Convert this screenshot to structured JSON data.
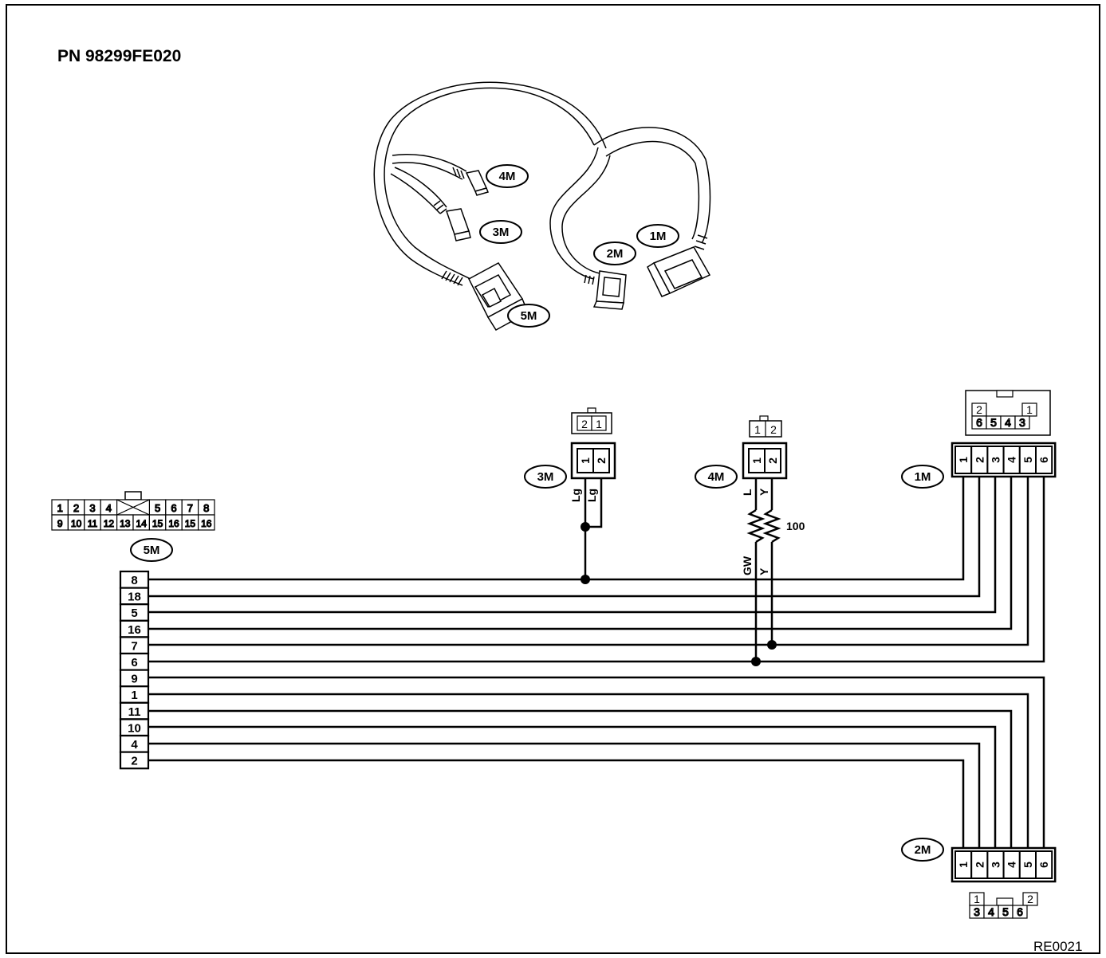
{
  "title": "PN 98299FE020",
  "figure_code": "RE0021",
  "labels": {
    "c1m": "1M",
    "c2m": "2M",
    "c3m": "3M",
    "c4m": "4M",
    "c5m": "5M",
    "resistor": "100"
  },
  "wire_colors": {
    "lg_a": "Lg",
    "lg_b": "Lg",
    "l": "L",
    "y_top": "Y",
    "gw": "GW",
    "y_bottom": "Y"
  },
  "connector_5m": {
    "face_row1": [
      "1",
      "2",
      "3",
      "4",
      "5",
      "6",
      "7",
      "8"
    ],
    "face_row2": [
      "9",
      "10",
      "11",
      "12",
      "13",
      "14",
      "15",
      "16",
      "15",
      "16"
    ],
    "pins": [
      "8",
      "18",
      "5",
      "16",
      "7",
      "6",
      "9",
      "1",
      "11",
      "10",
      "4",
      "2"
    ]
  },
  "connector_1m": {
    "face_row1": [
      "2",
      "1"
    ],
    "face_row2": [
      "6",
      "5",
      "4",
      "3"
    ],
    "pins": [
      "1",
      "2",
      "3",
      "4",
      "5",
      "6"
    ]
  },
  "connector_2m": {
    "face_row1": [
      "1",
      "2"
    ],
    "face_row2": [
      "3",
      "4",
      "5",
      "6"
    ],
    "pins": [
      "1",
      "2",
      "3",
      "4",
      "5",
      "6"
    ]
  },
  "connector_3m": {
    "face": [
      "2",
      "1"
    ],
    "pins": [
      "1",
      "2"
    ]
  },
  "connector_4m": {
    "face": [
      "1",
      "2"
    ],
    "pins": [
      "1",
      "2"
    ]
  }
}
